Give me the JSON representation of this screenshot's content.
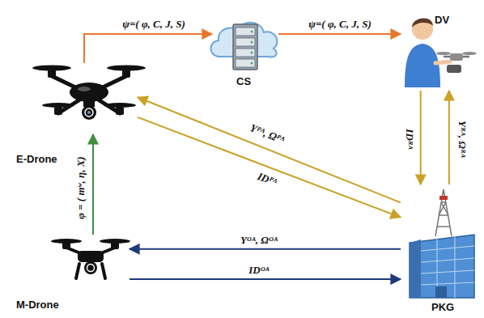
{
  "diagram": {
    "nodes": [
      {
        "text": [
          "E-Drone"
        ]
      },
      {
        "text": [
          "CS"
        ]
      },
      {
        "text": [
          "DV"
        ]
      },
      {
        "text": [
          "M-Drone"
        ]
      },
      {
        "text": [
          "PKG"
        ]
      }
    ],
    "edges": [
      {
        "from": 0,
        "to": 1,
        "arrow": "to",
        "label": "ψ=( φ, C, J, S)"
      },
      {
        "from": 1,
        "to": 2,
        "arrow": "to",
        "label": "ψ=( φ, C, J, S)"
      },
      {
        "from": 3,
        "to": 0,
        "arrow": "to",
        "label": "φ = ( mʷ, η, X)"
      },
      {
        "from": 4,
        "to": 0,
        "arrow": "to",
        "label": "Yᴾᴬ, Ωᴾᴬ"
      },
      {
        "from": 0,
        "to": 4,
        "arrow": "to",
        "label": "IDᴾᴬ"
      },
      {
        "from": 2,
        "to": 4,
        "arrow": "to",
        "label": "IDᴿᴬ"
      },
      {
        "from": 4,
        "to": 2,
        "arrow": "to",
        "label": "Yᴿᴬ, Ωᴿᴬ"
      },
      {
        "from": 4,
        "to": 3,
        "arrow": "to",
        "label": "Yᴼᴬ, Ωᴼᴬ"
      },
      {
        "from": 3,
        "to": 4,
        "arrow": "to",
        "label": "IDᴼᴬ"
      }
    ]
  }
}
